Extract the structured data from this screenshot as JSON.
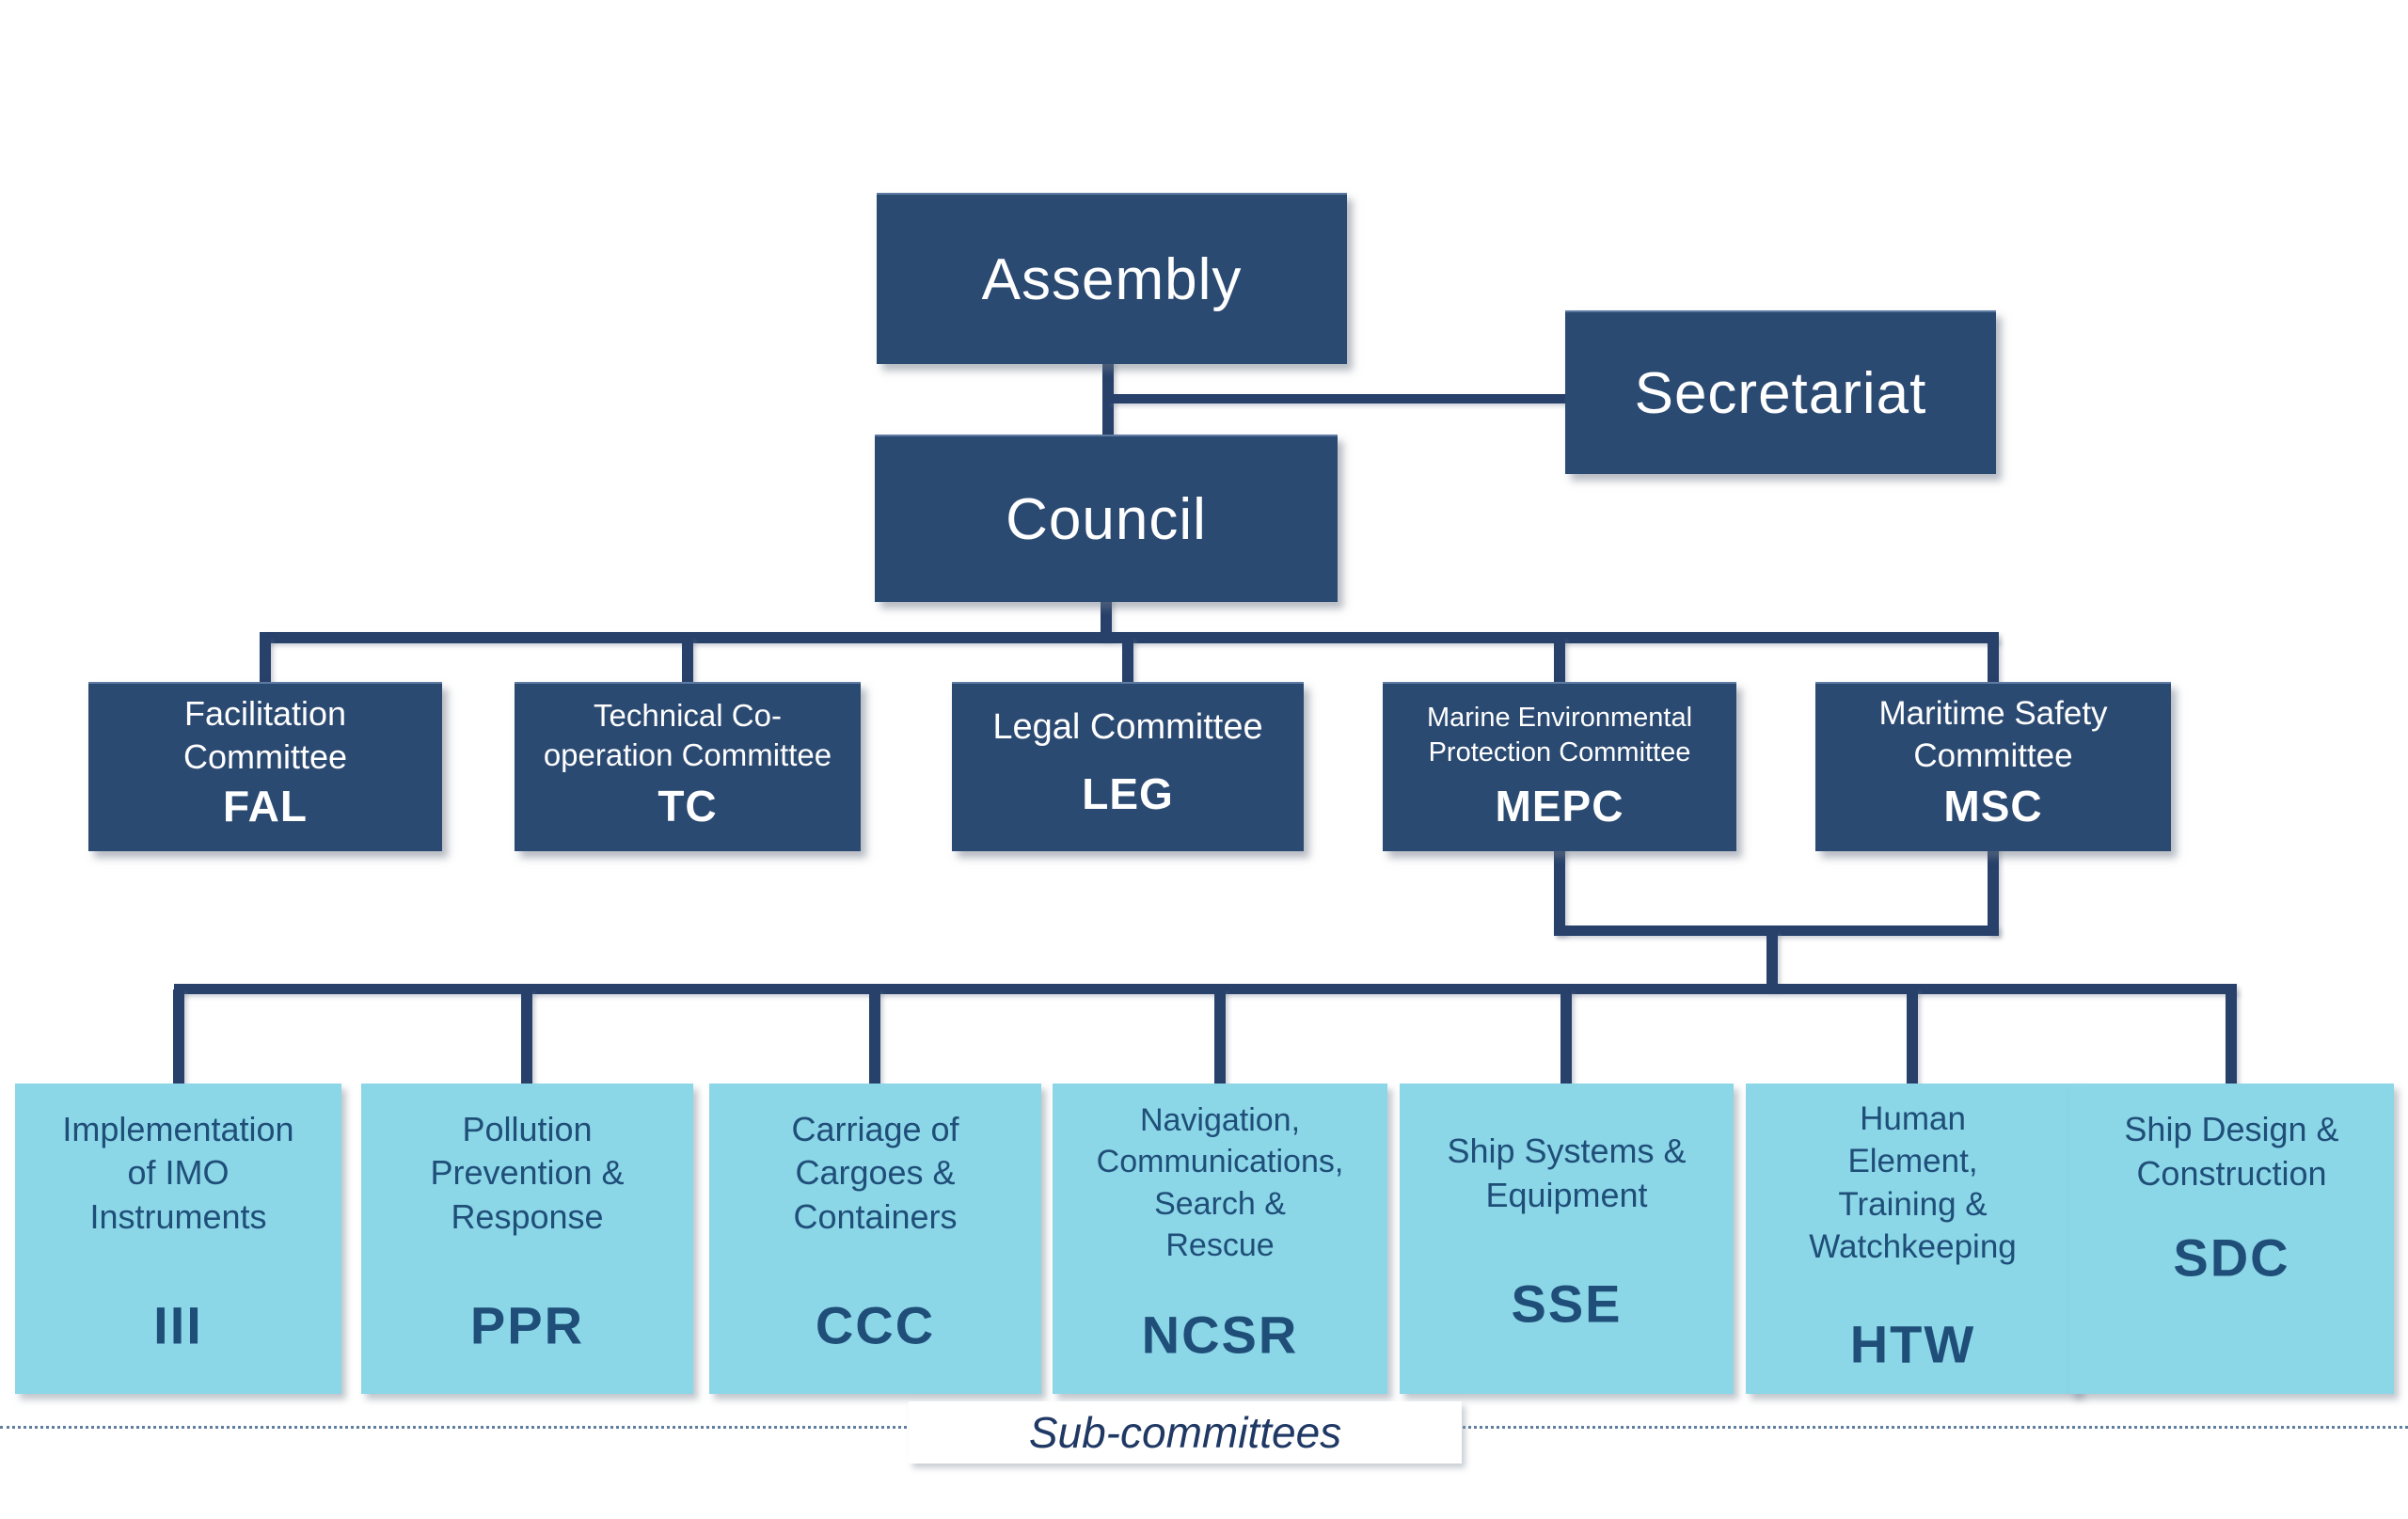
{
  "colors": {
    "node_navy": "#2B4A72",
    "connector_navy": "#27416B",
    "subcommittee_cyan": "#8BD6E7",
    "subcommittee_text": "#1F4E78",
    "footer_text": "#1F3864",
    "background": "#ffffff"
  },
  "nodes": {
    "assembly": {
      "label": "Assembly"
    },
    "secretariat": {
      "label": "Secretariat"
    },
    "council": {
      "label": "Council"
    }
  },
  "committees": [
    {
      "name": "Facilitation\nCommittee",
      "acronym": "FAL"
    },
    {
      "name": "Technical Co-\noperation Committee",
      "acronym": "TC"
    },
    {
      "name": "Legal Committee",
      "acronym": "LEG"
    },
    {
      "name": "Marine Environmental\nProtection Committee",
      "acronym": "MEPC"
    },
    {
      "name": "Maritime Safety\nCommittee",
      "acronym": "MSC"
    }
  ],
  "subcommittees": [
    {
      "name": "Implementation\nof IMO\nInstruments",
      "acronym": "III"
    },
    {
      "name": "Pollution\nPrevention &\nResponse",
      "acronym": "PPR"
    },
    {
      "name": "Carriage of\nCargoes &\nContainers",
      "acronym": "CCC"
    },
    {
      "name": "Navigation,\nCommunications,\nSearch &\nRescue",
      "acronym": "NCSR"
    },
    {
      "name": "Ship Systems &\nEquipment",
      "acronym": "SSE"
    },
    {
      "name": "Human\nElement,\nTraining &\nWatchkeeping",
      "acronym": "HTW"
    },
    {
      "name": "Ship Design &\nConstruction",
      "acronym": "SDC"
    }
  ],
  "footer": {
    "label": "Sub-committees"
  }
}
